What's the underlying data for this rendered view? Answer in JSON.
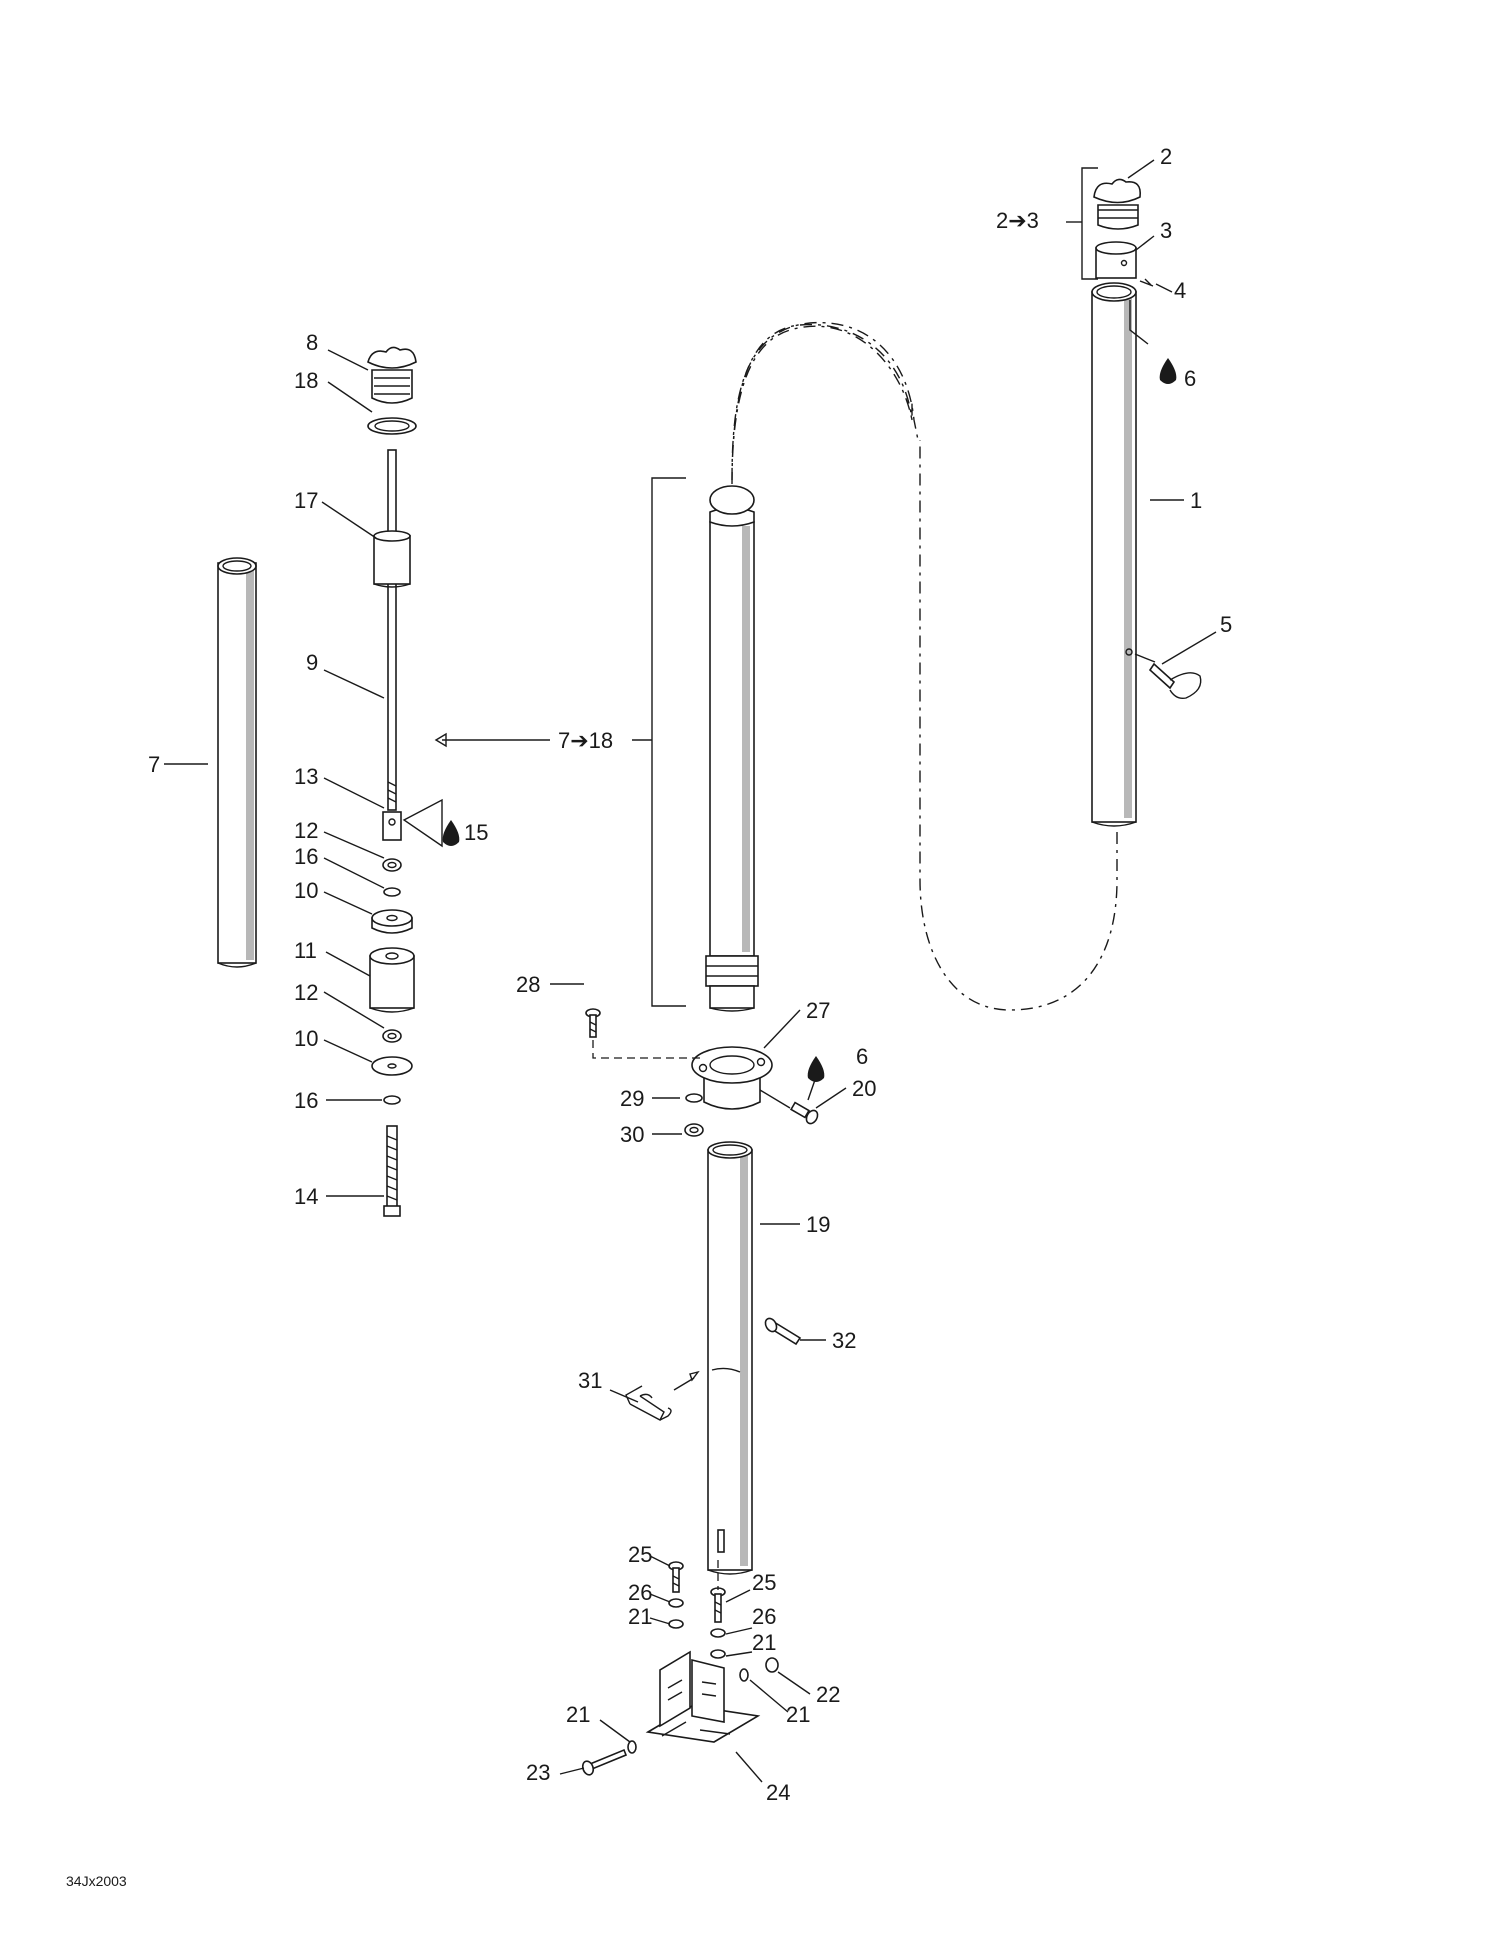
{
  "labels": {
    "l1": "1",
    "l2": "2",
    "l2to3": "2➔3",
    "l3": "3",
    "l4": "4",
    "l5": "5",
    "l6a": "6",
    "l6b": "6",
    "l7": "7",
    "l7to18": "7➔18",
    "l8": "8",
    "l9": "9",
    "l10a": "10",
    "l10b": "10",
    "l11": "11",
    "l12a": "12",
    "l12b": "12",
    "l13": "13",
    "l14": "14",
    "l15": "15",
    "l16a": "16",
    "l16b": "16",
    "l17": "17",
    "l18": "18",
    "l19": "19",
    "l20": "20",
    "l21a": "21",
    "l21b": "21",
    "l21c": "21",
    "l21d": "21",
    "l22": "22",
    "l23": "23",
    "l24": "24",
    "l25a": "25",
    "l25b": "25",
    "l26a": "26",
    "l26b": "26",
    "l27": "27",
    "l28": "28",
    "l29": "29",
    "l30": "30",
    "l31": "31",
    "l32": "32"
  },
  "drawing_code": "34Jx2003",
  "icons": {
    "lubricant": "oil-drop-icon"
  }
}
